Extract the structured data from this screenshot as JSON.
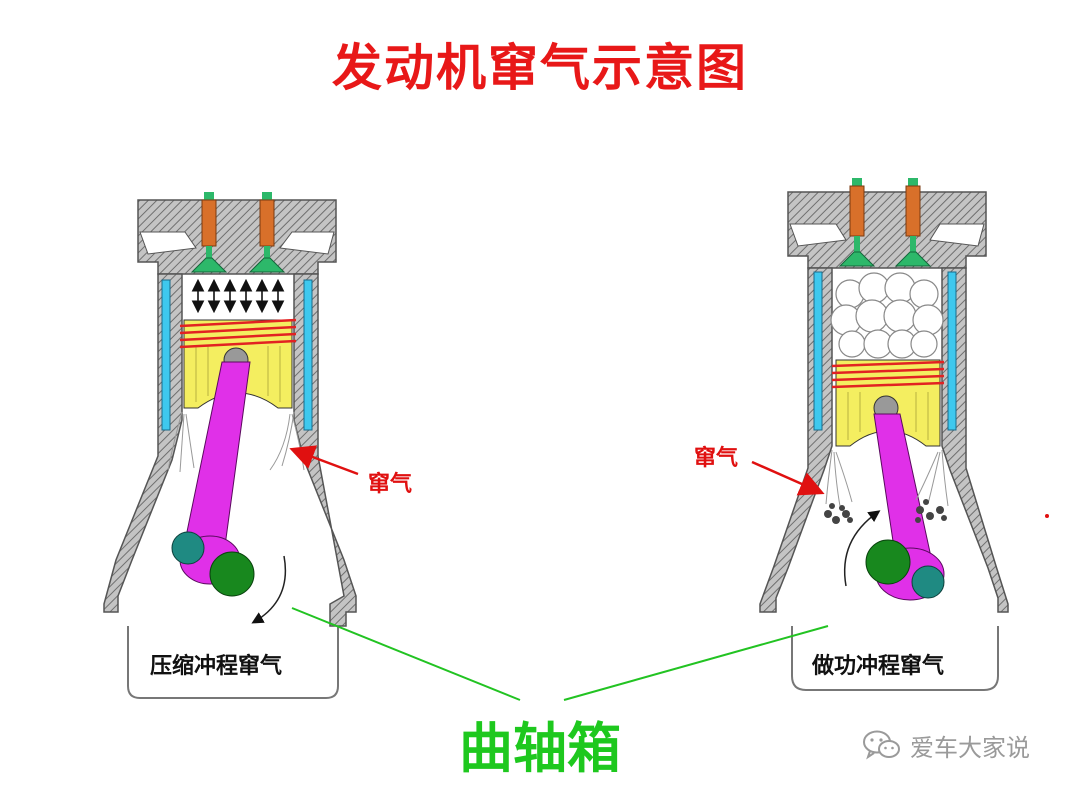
{
  "title": "发动机窜气示意图",
  "left_engine": {
    "stroke_label": "压缩冲程窜气",
    "blowby_label": "窜气"
  },
  "right_engine": {
    "stroke_label": "做功冲程窜气",
    "blowby_label": "窜气"
  },
  "crankcase_label": "曲轴箱",
  "watermark": {
    "text": "爱车大家说",
    "icon": "wechat-icon"
  },
  "colors": {
    "title": "#e81818",
    "blowby_label": "#e01010",
    "crankcase_label": "#1ec81e",
    "pointer_line": "#22c322",
    "casing_hatch": "#8a8a8a",
    "coolant": "#3ec8ee",
    "valve_stem": "#d8702a",
    "valve_head": "#2db86a",
    "piston": "#f4ee60",
    "piston_rings": "#e22222",
    "connecting_rod": "#e030e8",
    "crank_pin": "#1f8a82",
    "crank_main": "#18881e"
  }
}
